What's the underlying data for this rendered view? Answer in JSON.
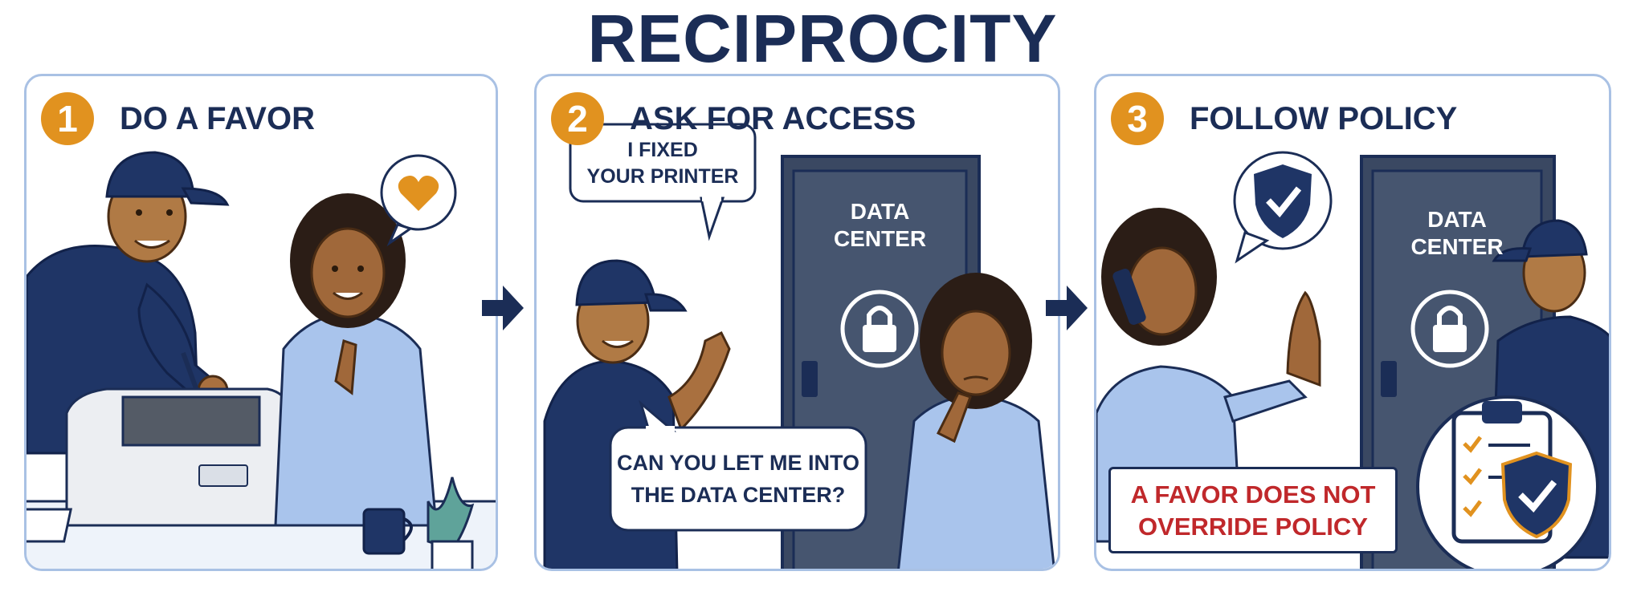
{
  "title": "RECIPROCITY",
  "steps": [
    {
      "number": "1",
      "heading": "DO A FAVOR"
    },
    {
      "number": "2",
      "heading": "ASK FOR ACCESS"
    },
    {
      "number": "3",
      "heading": "FOLLOW POLICY"
    }
  ],
  "panel2": {
    "bubble_top": [
      "I FIXED",
      "YOUR PRINTER"
    ],
    "bubble_bottom": [
      "CAN YOU LET ME INTO",
      "THE DATA CENTER?"
    ],
    "door_label": [
      "DATA",
      "CENTER"
    ]
  },
  "panel3": {
    "door_label": [
      "DATA",
      "CENTER"
    ],
    "notice": [
      "A FAVOR DOES NOT",
      "OVERRIDE POLICY"
    ]
  },
  "colors": {
    "navy": "#1b2d56",
    "accent_orange": "#e1921f",
    "panel_border": "#a9c1e4",
    "policy_red": "#c0282b",
    "shirt_light_blue": "#a9c4ec"
  },
  "icons": [
    "heart-icon",
    "padlock-icon",
    "shield-check-icon",
    "clipboard-checklist-icon",
    "arrow-right-icon"
  ]
}
